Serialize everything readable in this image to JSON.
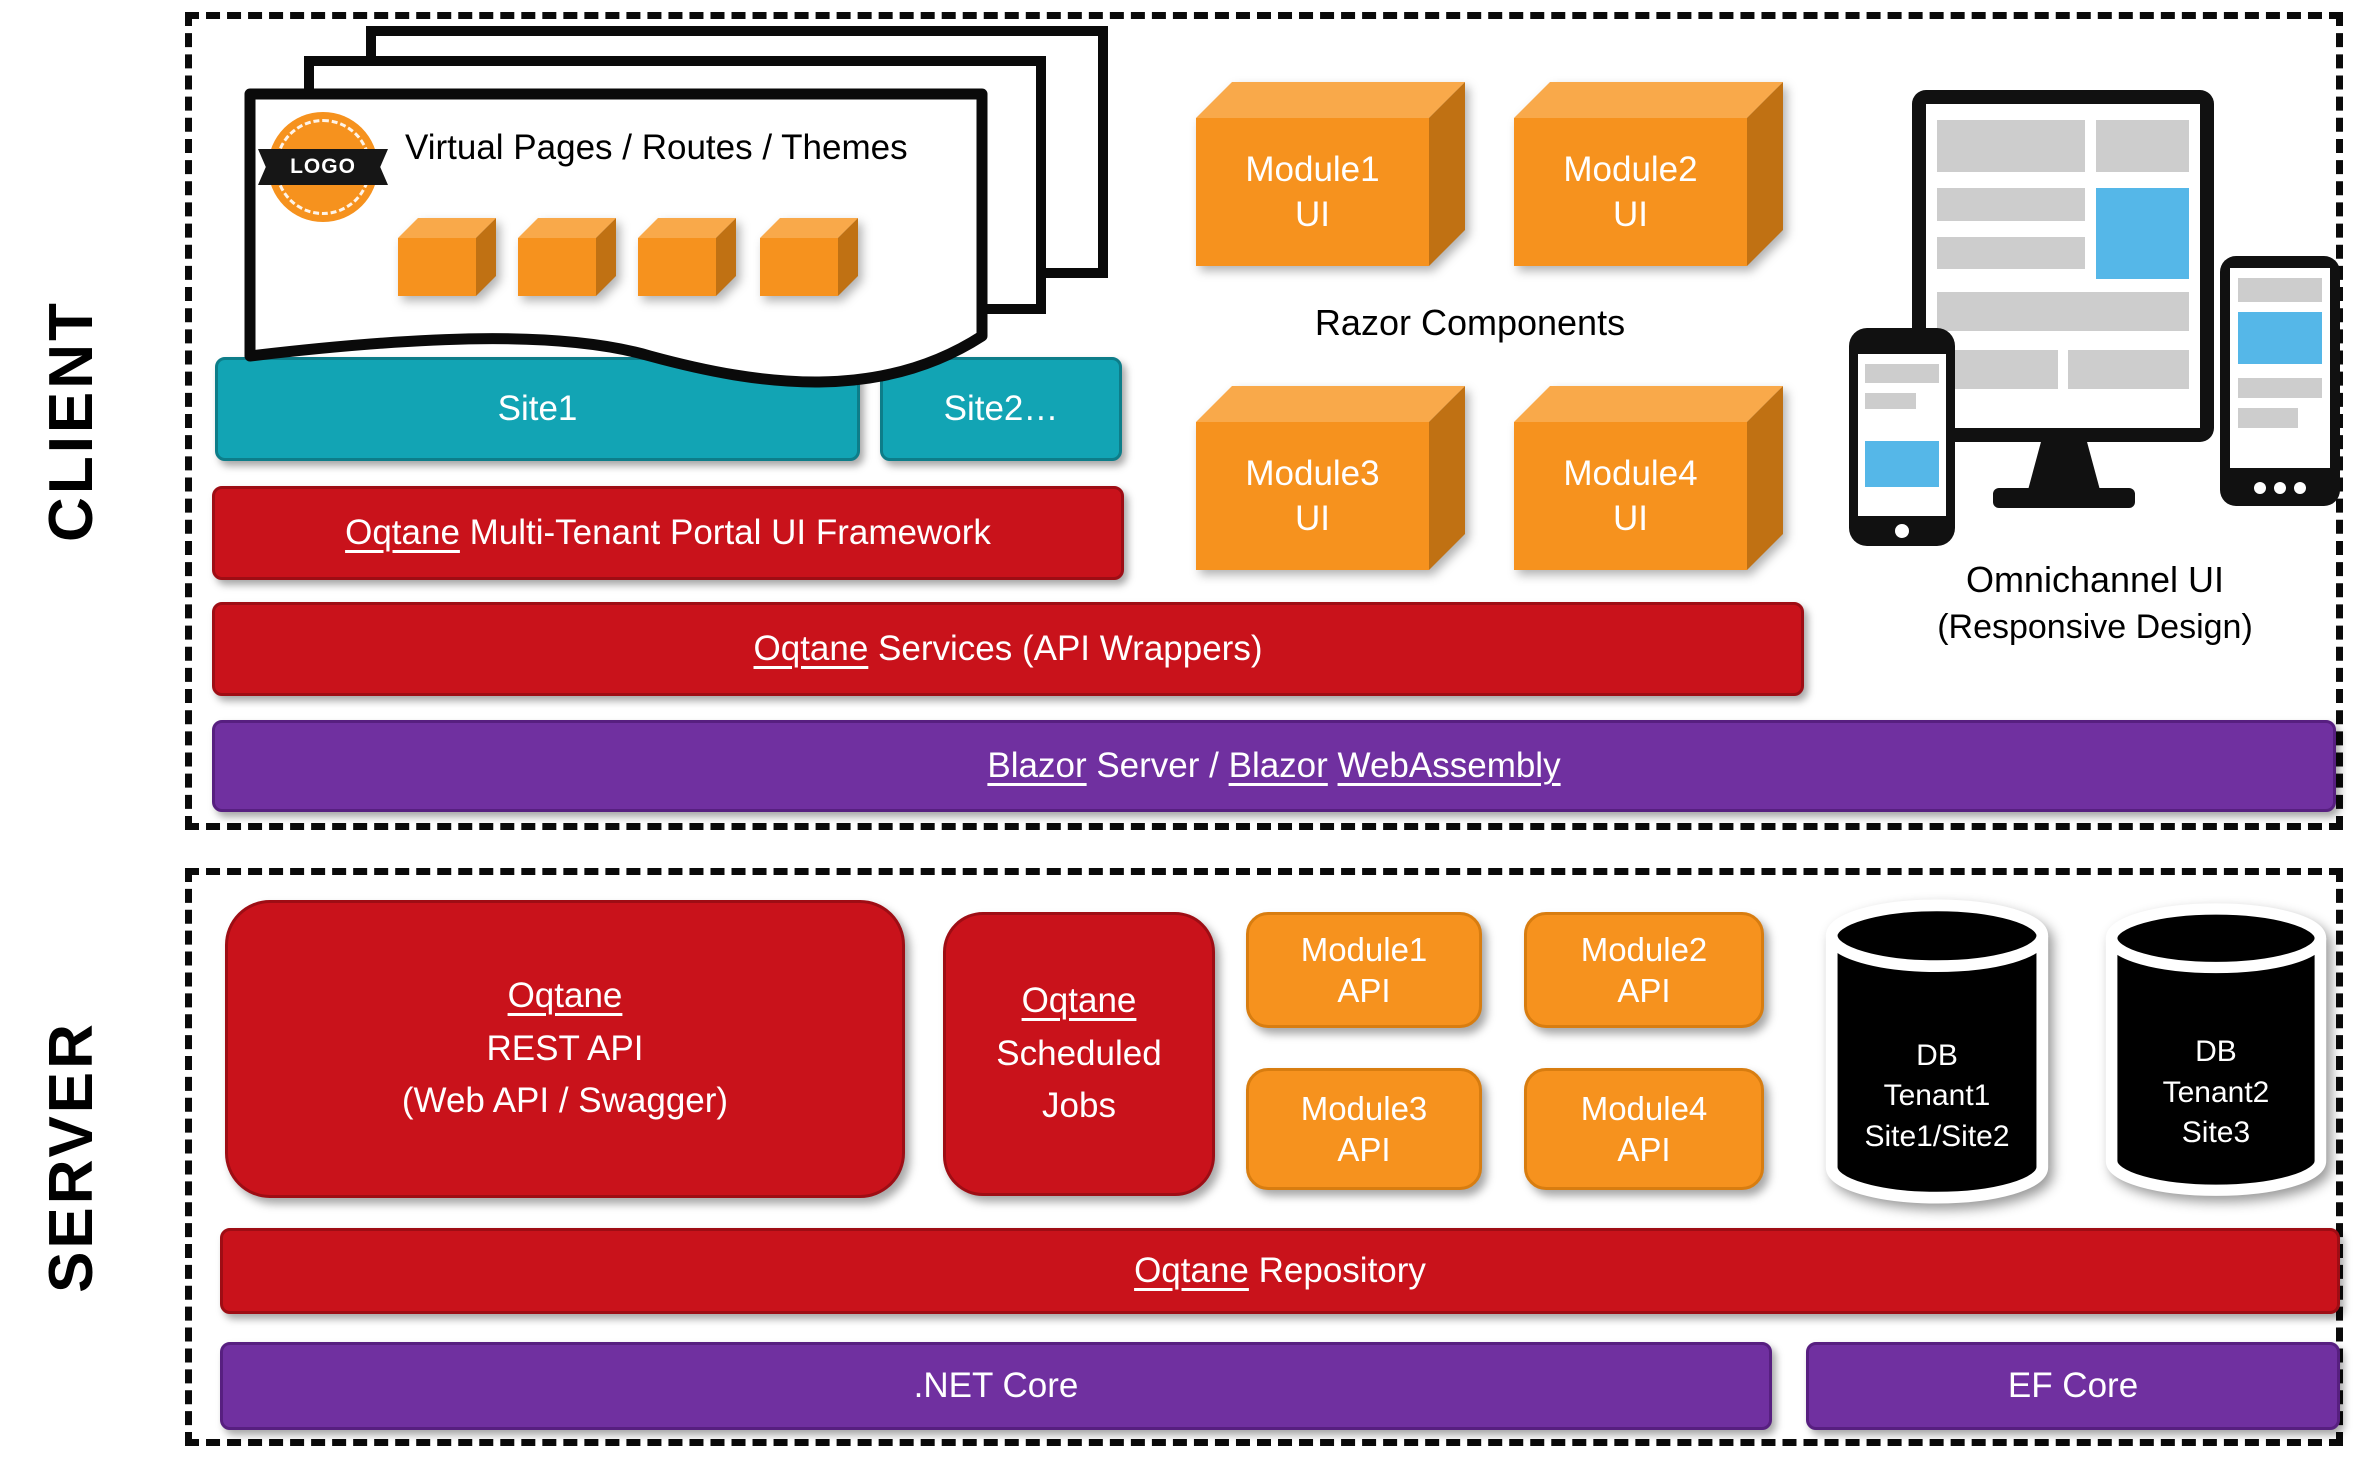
{
  "colors": {
    "red": "#C9121B",
    "orange": "#F6921E",
    "teal": "#12A4B4",
    "purple": "#7030A0",
    "screen_blue": "#55B7E8",
    "black": "#0a0a0a"
  },
  "side_labels": {
    "client": "CLIENT",
    "server": "SERVER"
  },
  "client": {
    "pages": {
      "logo": "LOGO",
      "title": "Virtual Pages / Routes / Themes"
    },
    "site1": "Site1",
    "site2": "Site2…",
    "framework": {
      "u": "Oqtane",
      "rest": " Multi-Tenant Portal UI Framework"
    },
    "services": {
      "u": "Oqtane",
      "rest": " Services (API Wrappers)"
    },
    "blazor": {
      "u1": "Blazor",
      "t1": " Server / ",
      "u2": "Blazor",
      "t2": " ",
      "u3": "WebAssembly"
    },
    "razor_label": "Razor Components",
    "modules": [
      {
        "text": "Module1\nUI"
      },
      {
        "text": "Module2\nUI"
      },
      {
        "text": "Module3\nUI"
      },
      {
        "text": "Module4\nUI"
      }
    ],
    "omnichannel": {
      "line1": "Omnichannel UI",
      "line2": "(Responsive Design)"
    }
  },
  "server": {
    "rest_api": {
      "u": "Oqtane",
      "rest": "\nREST API\n(Web API / Swagger)"
    },
    "jobs": {
      "u": "Oqtane",
      "rest": "\nScheduled\nJobs"
    },
    "module_apis": [
      {
        "text": "Module1\nAPI"
      },
      {
        "text": "Module2\nAPI"
      },
      {
        "text": "Module3\nAPI"
      },
      {
        "text": "Module4\nAPI"
      }
    ],
    "databases": [
      {
        "text": "DB\nTenant1\nSite1/Site2"
      },
      {
        "text": "DB\nTenant2\nSite3"
      }
    ],
    "repository": {
      "u": "Oqtane",
      "rest": " Repository"
    },
    "dotnet": ".NET Core",
    "efcore": "EF Core"
  }
}
